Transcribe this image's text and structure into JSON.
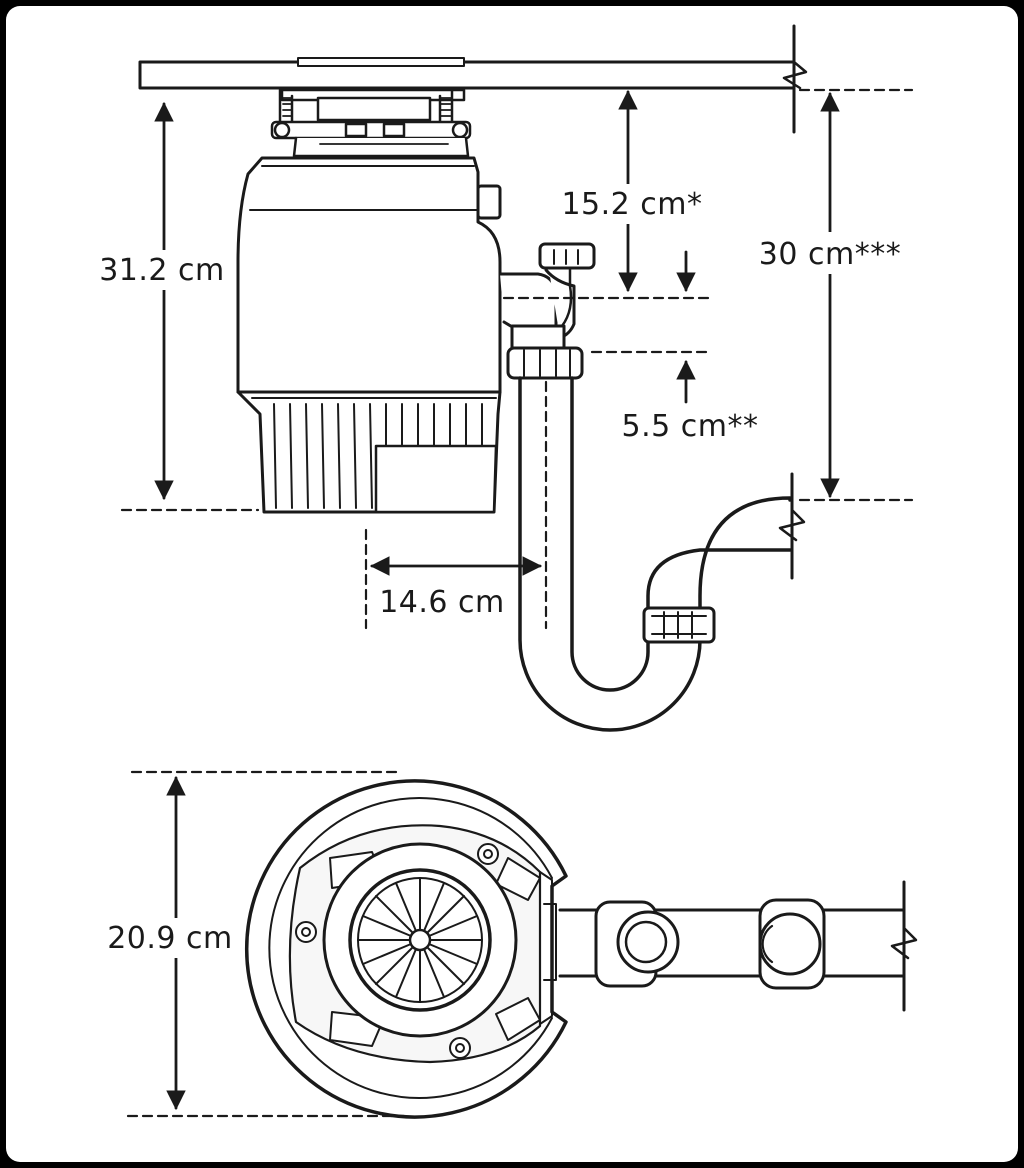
{
  "dimensions": {
    "height_total": "31.2 cm",
    "inlet_drop": "15.2 cm*",
    "outlet_offset": "5.5 cm**",
    "drain_height": "30 cm***",
    "outlet_reach": "14.6 cm",
    "diameter": "20.9 cm"
  },
  "colors": {
    "line": "#1a1a1a",
    "fill": "#ffffff",
    "shade": "#f2f2f2",
    "background": "#000000"
  }
}
